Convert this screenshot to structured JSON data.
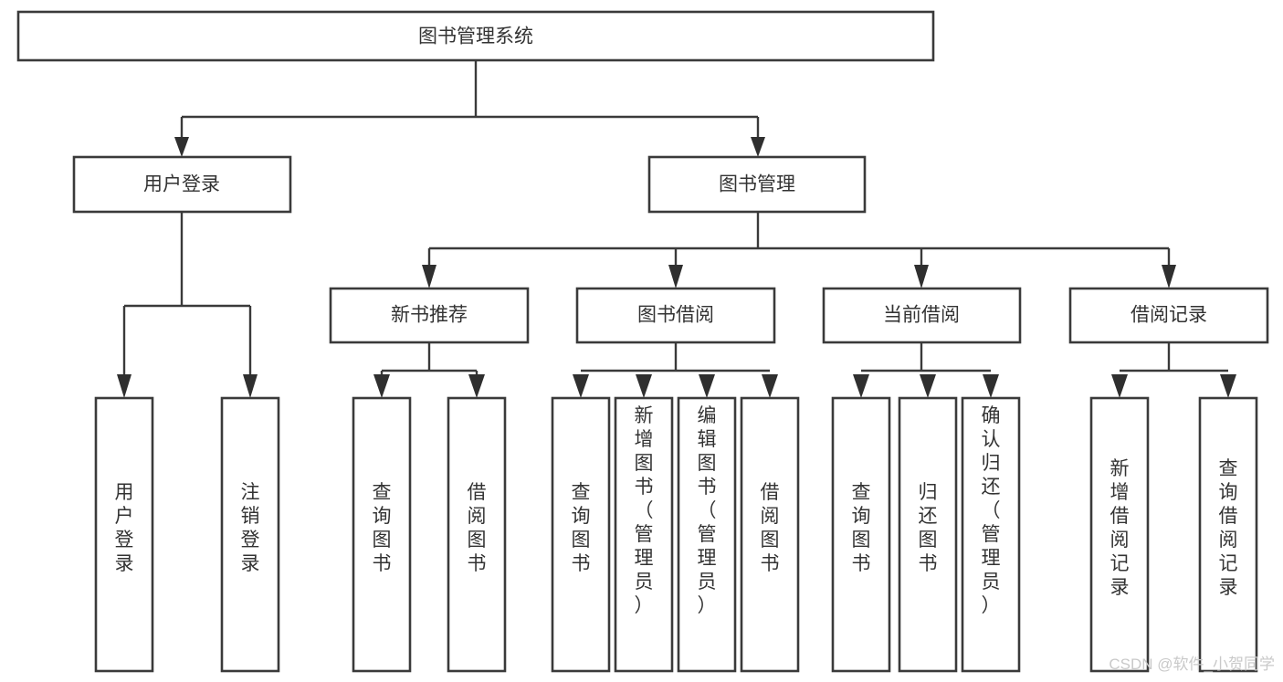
{
  "diagram": {
    "type": "tree-hierarchy-chart",
    "title": "图书管理系统",
    "orientation": "top-down",
    "colors": {
      "background": "#ffffff",
      "box_stroke": "#3a3a3a",
      "box_fill": "#ffffff",
      "connector": "#3a3a3a",
      "text": "#333333",
      "watermark": "#c9c9c9"
    },
    "root": {
      "label": "图书管理系统"
    },
    "level2": [
      {
        "label": "用户登录"
      },
      {
        "label": "图书管理"
      }
    ],
    "level3": [
      {
        "label": "新书推荐"
      },
      {
        "label": "图书借阅"
      },
      {
        "label": "当前借阅"
      },
      {
        "label": "借阅记录"
      }
    ],
    "leaves": {
      "user_login": [
        {
          "label": "用户登录"
        },
        {
          "label": "注销登录"
        }
      ],
      "new_book_recommend": [
        {
          "label": "查询图书"
        },
        {
          "label": "借阅图书"
        }
      ],
      "book_borrow": [
        {
          "label": "查询图书"
        },
        {
          "label": "新增图书（管理员）"
        },
        {
          "label": "编辑图书（管理员）"
        },
        {
          "label": "借阅图书"
        }
      ],
      "current_borrow": [
        {
          "label": "查询图书"
        },
        {
          "label": "归还图书"
        },
        {
          "label": "确认归还（管理员）"
        }
      ],
      "borrow_record": [
        {
          "label": "新增借阅记录"
        },
        {
          "label": "查询借阅记录"
        }
      ]
    },
    "watermark": "CSDN @软件_小贺同学"
  }
}
